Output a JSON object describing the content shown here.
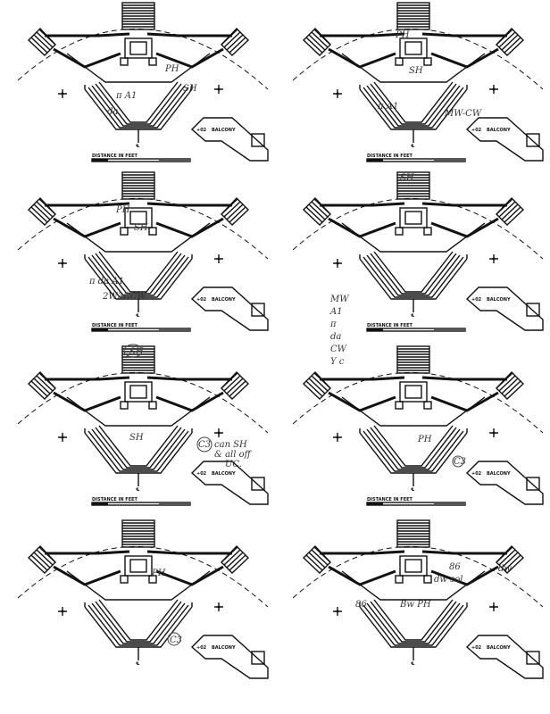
{
  "drawing_labels": {
    "balcony": "BALCONY",
    "elevation": "+02",
    "centerline": "℄",
    "scale_title": "DISTANCE IN FEET"
  },
  "panels": [
    {
      "notes": [
        "PH",
        "SH",
        "π A1",
        "da"
      ]
    },
    {
      "notes": [
        "PH",
        "SH",
        "π A1",
        "MW-CW"
      ]
    },
    {
      "notes": [
        "PH",
        "SH",
        "π da A1",
        "2W3CCW"
      ]
    },
    {
      "notes": [
        "SH"
      ]
    },
    {
      "notes": [
        "SH",
        "SH",
        "C3",
        "can SH",
        "& all off",
        "UC."
      ]
    },
    {
      "notes": [
        "PH",
        "C3"
      ]
    },
    {
      "notes": [
        "PH",
        "C3"
      ]
    },
    {
      "notes": [
        "86",
        "dw",
        "dw sol",
        "Bw PH",
        "86"
      ]
    }
  ],
  "margin_note": [
    "MW",
    "A1",
    "π",
    "da",
    "CW",
    "Y c"
  ]
}
